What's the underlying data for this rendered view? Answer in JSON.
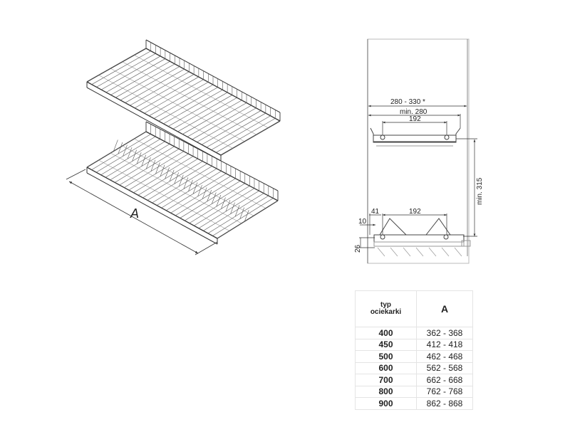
{
  "perspective_drawing": {
    "dimension_label": "A"
  },
  "section_drawing": {
    "dims": {
      "cabinet_width": "280 - 330 *",
      "min_width": "min. 280",
      "top_hole_spacing": "192",
      "bottom_hole_spacing": "192",
      "offset_41": "41",
      "offset_10": "10",
      "height_26": "26",
      "min_height": "min. 315"
    }
  },
  "table": {
    "header_type": [
      "typ",
      "ociekarki"
    ],
    "header_a": "A",
    "rows": [
      {
        "type": "400",
        "a": "362 - 368"
      },
      {
        "type": "450",
        "a": "412 - 418"
      },
      {
        "type": "500",
        "a": "462 - 468"
      },
      {
        "type": "600",
        "a": "562 - 568"
      },
      {
        "type": "700",
        "a": "662 - 668"
      },
      {
        "type": "800",
        "a": "762 - 768"
      },
      {
        "type": "900",
        "a": "862 - 868"
      }
    ]
  }
}
